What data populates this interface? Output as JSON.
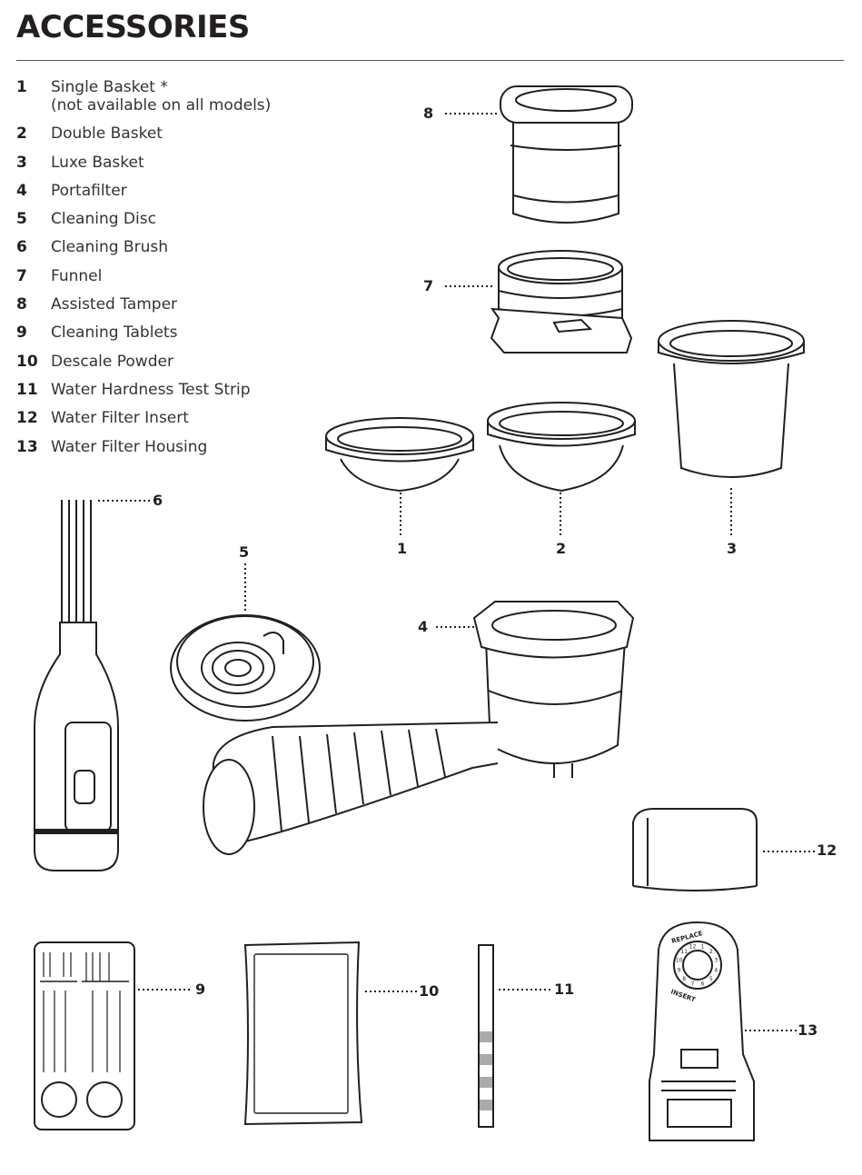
{
  "title": "ACCESSORIES",
  "items": [
    {
      "num": "1",
      "label": "Single Basket *",
      "note": "(not available on all models)"
    },
    {
      "num": "2",
      "label": "Double Basket"
    },
    {
      "num": "3",
      "label": "Luxe Basket"
    },
    {
      "num": "4",
      "label": "Portafilter"
    },
    {
      "num": "5",
      "label": "Cleaning Disc"
    },
    {
      "num": "6",
      "label": "Cleaning Brush"
    },
    {
      "num": "7",
      "label": "Funnel"
    },
    {
      "num": "8",
      "label": "Assisted Tamper"
    },
    {
      "num": "9",
      "label": "Cleaning Tablets"
    },
    {
      "num": "10",
      "label": "Descale Powder"
    },
    {
      "num": "11",
      "label": "Water Hardness Test Strip"
    },
    {
      "num": "12",
      "label": "Water Filter Insert"
    },
    {
      "num": "13",
      "label": "Water Filter Housing"
    }
  ],
  "callouts": {
    "c1": "1",
    "c2": "2",
    "c3": "3",
    "c4": "4",
    "c5": "5",
    "c6": "6",
    "c7": "7",
    "c8": "8",
    "c9": "9",
    "c10": "10",
    "c11": "11",
    "c12": "12",
    "c13": "13"
  },
  "dial": {
    "replace": "REPLACE",
    "insert": "INSERT",
    "numbers": [
      "1",
      "2",
      "3",
      "4",
      "5",
      "6",
      "7",
      "8",
      "9",
      "10",
      "11",
      "12"
    ]
  }
}
